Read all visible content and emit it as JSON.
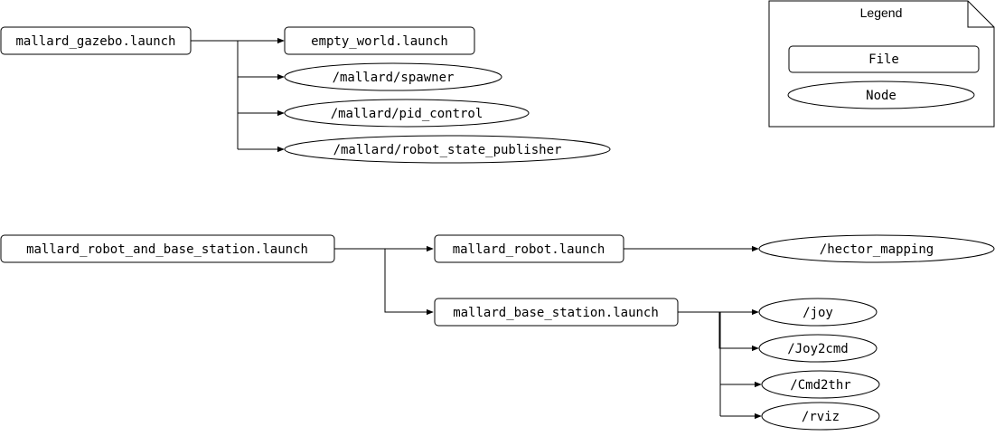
{
  "diagram": {
    "gazebo_group": {
      "root_file": "mallard_gazebo.launch",
      "children": {
        "empty_world": "empty_world.launch",
        "spawner": "/mallard/spawner",
        "pid_control": "/mallard/pid_control",
        "robot_state_publisher": "/mallard/robot_state_publisher"
      }
    },
    "robot_base_group": {
      "root_file": "mallard_robot_and_base_station.launch",
      "robot_file": "mallard_robot.launch",
      "base_station_file": "mallard_base_station.launch",
      "robot_nodes": {
        "hector_mapping": "/hector_mapping"
      },
      "base_station_nodes": {
        "joy": "/joy",
        "joy2cmd": "/Joy2cmd",
        "cmd2thr": "/Cmd2thr",
        "rviz": "/rviz"
      }
    },
    "legend": {
      "title": "Legend",
      "file_label": "File",
      "node_label": "Node"
    }
  }
}
